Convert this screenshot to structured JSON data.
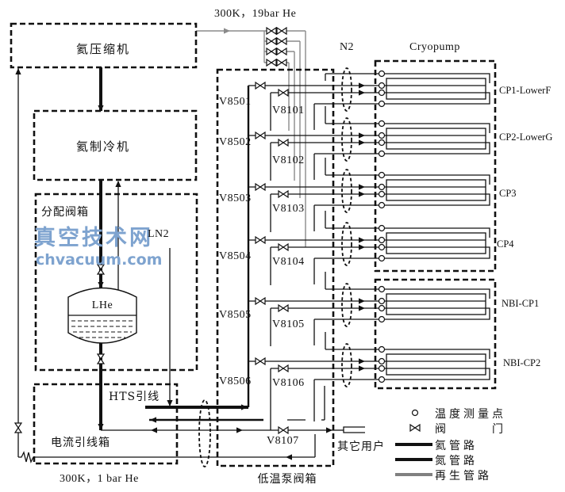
{
  "header_labels": {
    "supply": "300K，19bar He",
    "return": "300K，1 bar He",
    "n2": "N2",
    "cryopump": "Cryopump"
  },
  "boxes": {
    "compressor": "氦压缩机",
    "refrigerator": "氦制冷机",
    "distribution_box": "分配阀箱",
    "current_lead_box": "电流引线箱",
    "cryopump_valve_box": "低温泵阀箱"
  },
  "components": {
    "lhe_tank": "LHe",
    "ln2": "LN2",
    "hts_leads": "HTS引线",
    "other_users": "其它用户",
    "bypass_valve": "V8107"
  },
  "branches": [
    {
      "main_valve": "V8501",
      "sub_valve": "V8101",
      "pump": "CP1-LowerF"
    },
    {
      "main_valve": "V8502",
      "sub_valve": "V8102",
      "pump": "CP2-LowerG"
    },
    {
      "main_valve": "V8503",
      "sub_valve": "V8103",
      "pump": "CP3"
    },
    {
      "main_valve": "V8504",
      "sub_valve": "V8104",
      "pump": "CP4"
    },
    {
      "main_valve": "V8505",
      "sub_valve": "V8105",
      "pump": "NBI-CP1"
    },
    {
      "main_valve": "V8506",
      "sub_valve": "V8106",
      "pump": "NBI-CP2"
    }
  ],
  "legend": {
    "items": [
      {
        "symbol": "circle-icon",
        "label": "温度测量点"
      },
      {
        "symbol": "valve-icon",
        "label": "阀　　　门"
      },
      {
        "symbol": "thick-black-line",
        "label": "氦管路"
      },
      {
        "symbol": "thick-black-line",
        "label": "氮管路"
      },
      {
        "symbol": "gray-line",
        "label": "再生管路"
      }
    ]
  },
  "watermark": {
    "cn": "真空技术网",
    "url": "chvacuum.com"
  },
  "colors": {
    "background": "#ffffff",
    "line": "#111111",
    "regen_line": "#8a8a8a",
    "watermark": "#7ea3cf"
  }
}
